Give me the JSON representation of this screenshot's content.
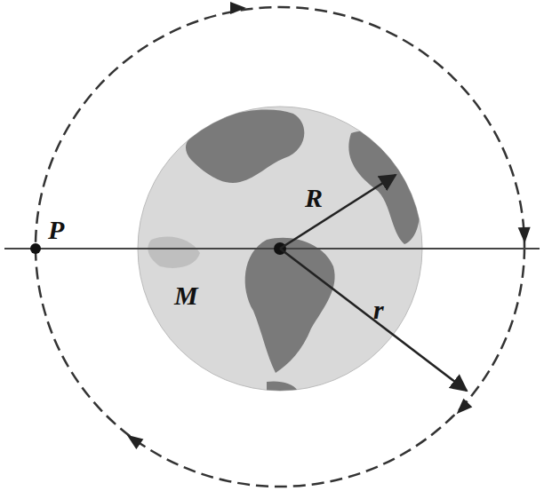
{
  "diagram": {
    "labels": [
      "P",
      "R",
      "M",
      "r"
    ]
  }
}
